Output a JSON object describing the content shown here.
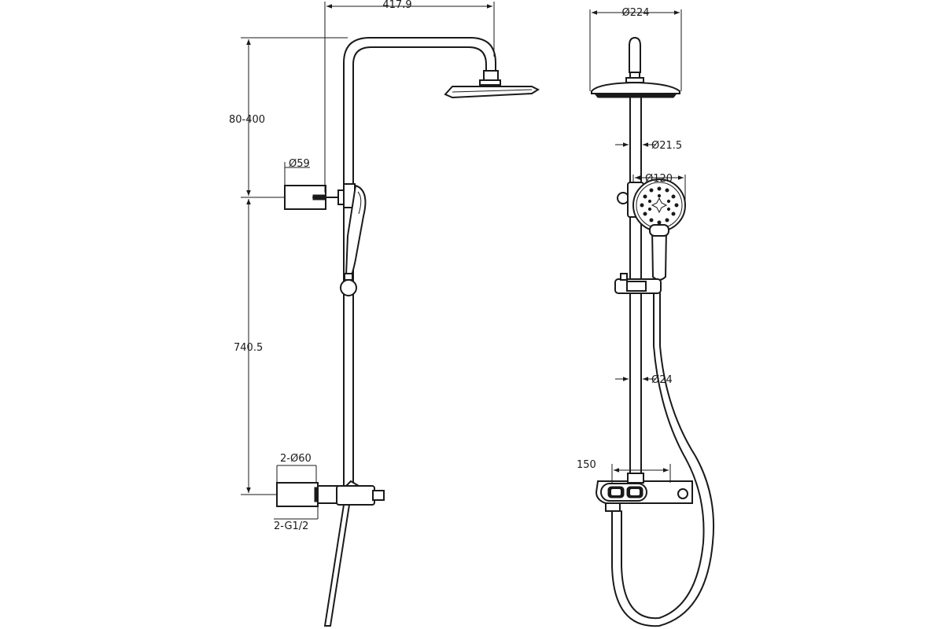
{
  "drawing": {
    "dimensions": {
      "arm_reach": "417.9",
      "height_range": "80-400",
      "bracket_diameter": "Ø59",
      "rail_height": "740.5",
      "cover_diameter": "2-Ø60",
      "inlet_thread": "2-G1/2",
      "head_diameter": "Ø224",
      "pipe_diameter_upper": "Ø21.5",
      "hand_shower_diameter": "Ø120",
      "pipe_diameter_lower": "Ø24",
      "inlet_spacing": "150"
    }
  }
}
